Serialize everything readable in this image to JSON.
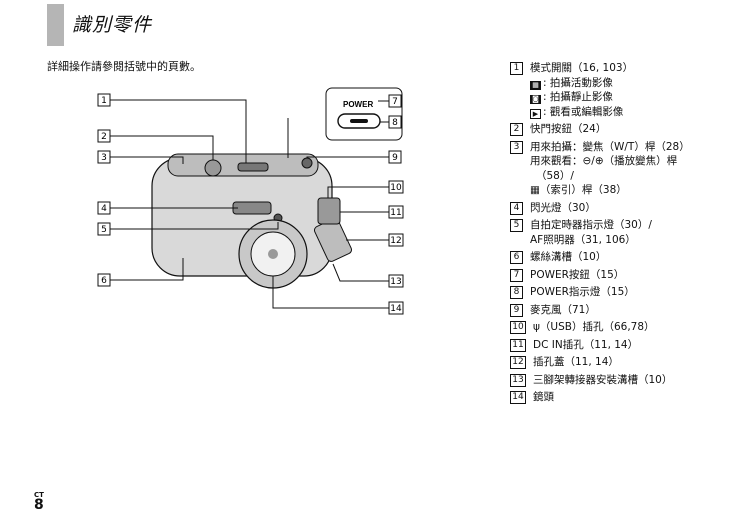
{
  "title": "識別零件",
  "intro": "詳細操作請參閱括號中的頁數。",
  "power_label": "POWER",
  "callouts": [
    "1",
    "2",
    "3",
    "4",
    "5",
    "6",
    "7",
    "8",
    "9",
    "10",
    "11",
    "12",
    "13",
    "14"
  ],
  "parts": [
    {
      "num": "1",
      "lines": [
        "模式開關（16, 103）"
      ],
      "modes": [
        {
          "icon": "movie-mode-icon",
          "glyph": "▦",
          "text": ": 拍攝活動影像"
        },
        {
          "icon": "camera-mode-icon",
          "glyph": "◙",
          "text": ": 拍攝靜止影像"
        },
        {
          "icon": "playback-mode-icon",
          "glyph": "▶",
          "text": ": 觀看或編輯影像"
        }
      ]
    },
    {
      "num": "2",
      "lines": [
        "快門按鈕（24）"
      ]
    },
    {
      "num": "3",
      "lines": [
        "用來拍攝：變焦（W/T）桿（28）",
        "用來觀看：⊖/⊕（播放變焦）桿",
        "（58）/",
        "▦（索引）桿（38）"
      ]
    },
    {
      "num": "4",
      "lines": [
        "閃光燈（30）"
      ]
    },
    {
      "num": "5",
      "lines": [
        "自拍定時器指示燈（30）/",
        "AF照明器（31, 106）"
      ]
    },
    {
      "num": "6",
      "lines": [
        "螺絲溝槽（10）"
      ]
    },
    {
      "num": "7",
      "lines": [
        "POWER按鈕（15）"
      ]
    },
    {
      "num": "8",
      "lines": [
        "POWER指示燈（15）"
      ]
    },
    {
      "num": "9",
      "lines": [
        "麥克風（71）"
      ]
    },
    {
      "num": "10",
      "lines": [
        "ψ（USB）插孔（66,78）"
      ]
    },
    {
      "num": "11",
      "lines": [
        "DC IN插孔（11, 14）"
      ]
    },
    {
      "num": "12",
      "lines": [
        "插孔蓋（11, 14）"
      ]
    },
    {
      "num": "13",
      "lines": [
        "三腳架轉接器安裝溝槽（10）"
      ]
    },
    {
      "num": "14",
      "lines": [
        "鏡頭"
      ]
    }
  ],
  "page": {
    "code": "CT",
    "number": "8"
  }
}
